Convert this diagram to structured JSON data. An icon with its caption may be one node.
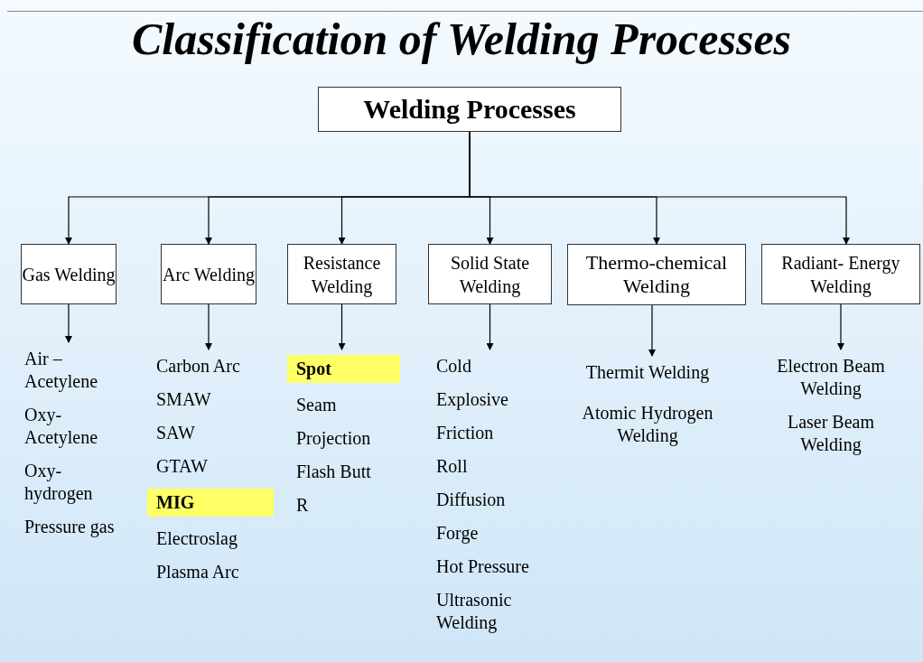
{
  "diagram": {
    "title": "Classification of Welding Processes",
    "nodes": [
      {
        "text": [
          "Welding Processes"
        ]
      },
      {
        "text": [
          "Gas Welding"
        ]
      },
      {
        "text": [
          "Arc Welding"
        ]
      },
      {
        "text": [
          "Resistance Welding"
        ]
      },
      {
        "text": [
          "Solid State Welding"
        ]
      },
      {
        "text": [
          "Thermo-chemical Welding"
        ]
      },
      {
        "text": [
          "Radiant- Energy Welding"
        ]
      },
      {
        "text": [
          "Air – Acetylene",
          "Oxy- Acetylene",
          "Oxy- hydrogen",
          "Pressure gas"
        ]
      },
      {
        "text": [
          "Carbon Arc",
          "SMAW",
          "SAW",
          "GTAW",
          "**MIG**",
          "Electroslag",
          "Plasma Arc"
        ]
      },
      {
        "text": [
          "**Spot**",
          "Seam",
          "Projection",
          "Flash Butt",
          "R"
        ]
      },
      {
        "text": [
          "Cold",
          "Explosive",
          "Friction",
          "Roll",
          "Diffusion",
          "Forge",
          "Hot Pressure",
          "Ultrasonic Welding"
        ]
      },
      {
        "text": [
          "Thermit Welding",
          "Atomic Hydrogen Welding"
        ]
      },
      {
        "text": [
          "Electron Beam Welding",
          "Laser Beam Welding"
        ]
      }
    ],
    "edges": [
      {
        "from": 0,
        "to": 1,
        "arrow": "to"
      },
      {
        "from": 0,
        "to": 2,
        "arrow": "to"
      },
      {
        "from": 0,
        "to": 3,
        "arrow": "to"
      },
      {
        "from": 0,
        "to": 4,
        "arrow": "to"
      },
      {
        "from": 0,
        "to": 5,
        "arrow": "to"
      },
      {
        "from": 0,
        "to": 6,
        "arrow": "to"
      },
      {
        "from": 1,
        "to": 7,
        "arrow": "to"
      },
      {
        "from": 2,
        "to": 8,
        "arrow": "to"
      },
      {
        "from": 3,
        "to": 9,
        "arrow": "to"
      },
      {
        "from": 4,
        "to": 10,
        "arrow": "to"
      },
      {
        "from": 5,
        "to": 11,
        "arrow": "to"
      },
      {
        "from": 6,
        "to": 12,
        "arrow": "to"
      }
    ]
  }
}
